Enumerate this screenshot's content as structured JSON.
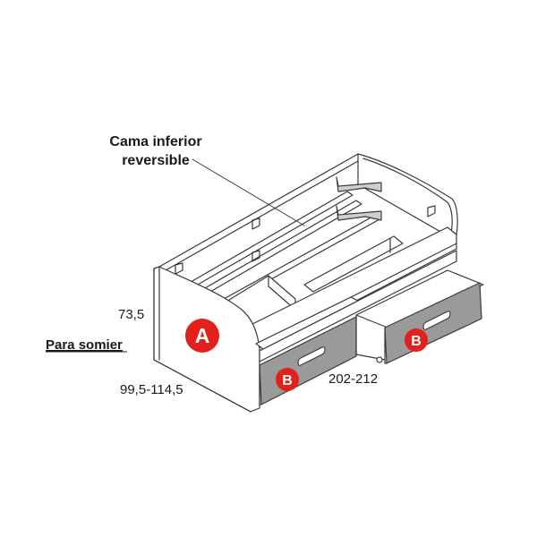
{
  "labels": {
    "callout_line1": "Cama inferior",
    "callout_line2": "reversible",
    "height": "73,5",
    "mattress": "Para somier",
    "depth": "99,5-114,5",
    "length": "202-212"
  },
  "badges": {
    "main": "A",
    "drawer_left": "B",
    "drawer_right": "B"
  },
  "colors": {
    "outline": "#3a3a3a",
    "panel_grey": "#cfcfcf",
    "drawer_front": "#9a9a9a",
    "badge_red": "#e3201b"
  }
}
